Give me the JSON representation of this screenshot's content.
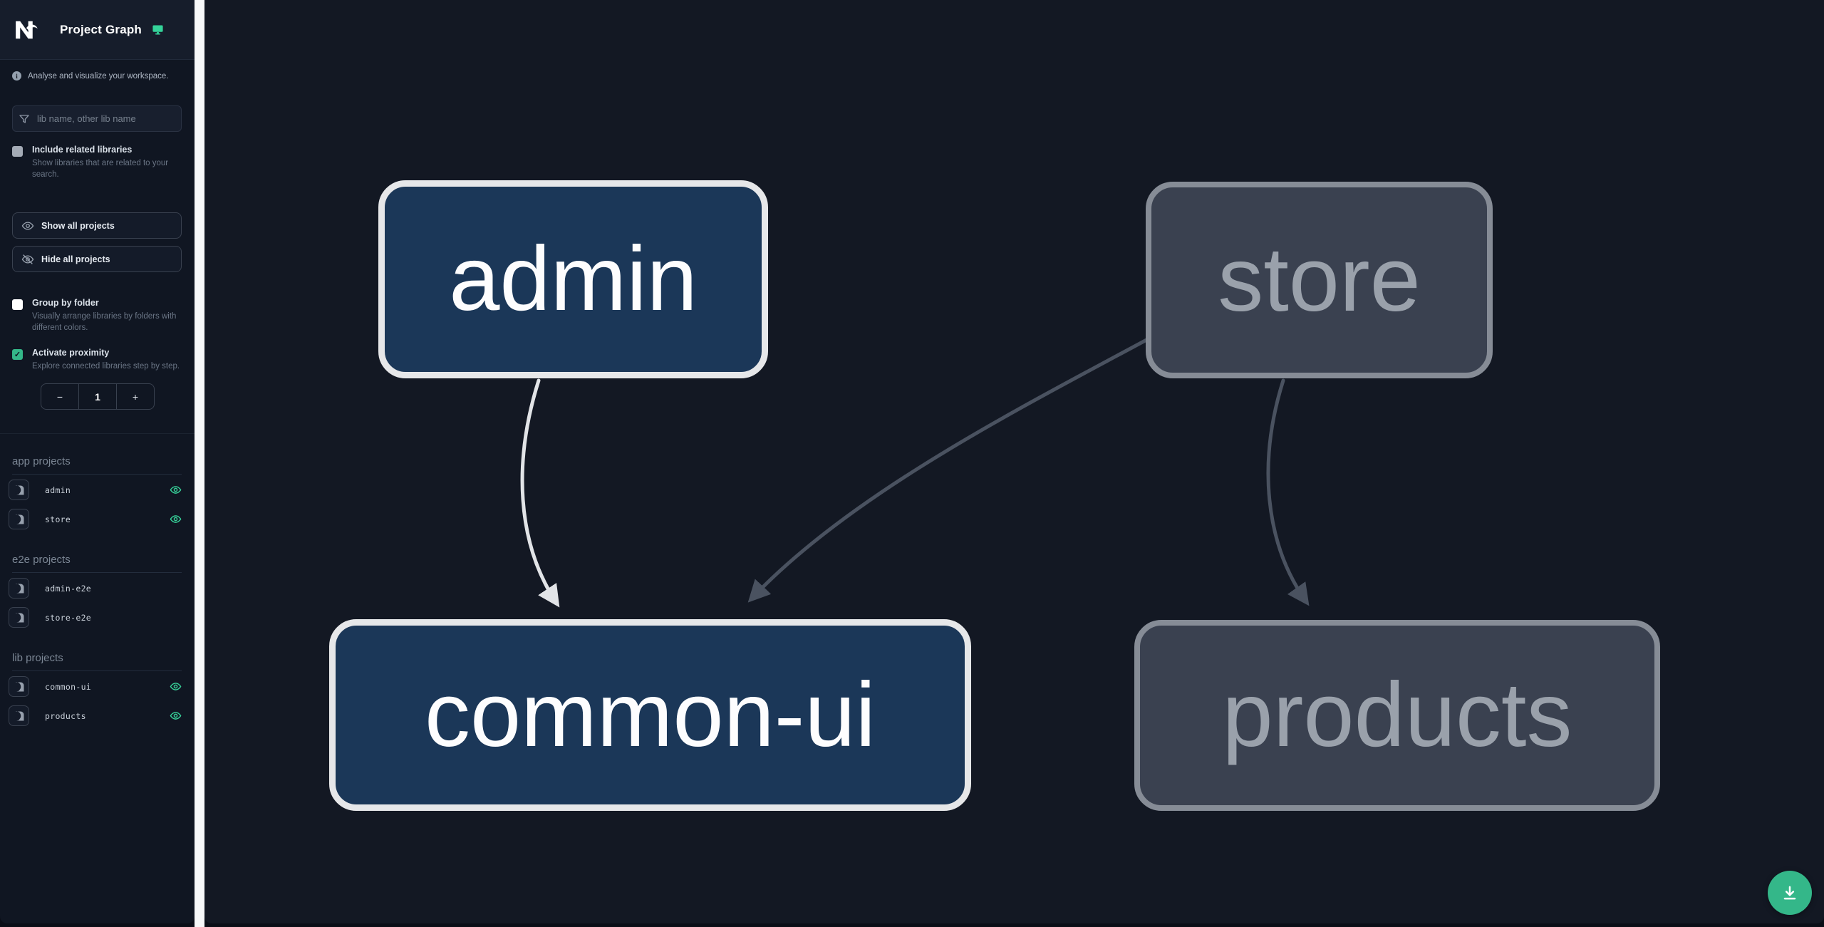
{
  "colors": {
    "accent": "#34d399",
    "fab": "#34b789",
    "focused_node_bg": "#1b3758",
    "focused_node_border": "#e6e7e9",
    "faded_node_bg": "#3a4150",
    "faded_node_border": "#868c96",
    "edge_light": "#e2e4e7",
    "edge_dark": "#4a5260"
  },
  "header": {
    "title": "Project Graph"
  },
  "intro": {
    "text": "Analyse and visualize your workspace."
  },
  "filter": {
    "placeholder": "lib name, other lib name"
  },
  "options": {
    "include_related": {
      "label": "Include related libraries",
      "description": "Show libraries that are related to your search.",
      "checked": false
    },
    "show_all_label": "Show all projects",
    "hide_all_label": "Hide all projects",
    "group_by_folder": {
      "label": "Group by folder",
      "description": "Visually arrange libraries by folders with different colors.",
      "checked": false
    },
    "activate_proximity": {
      "label": "Activate proximity",
      "description": "Explore connected libraries step by step.",
      "checked": true,
      "checkmark": "✓"
    },
    "proximity_stepper": {
      "decrement": "−",
      "value": "1",
      "increment": "+"
    }
  },
  "project_sections": [
    {
      "title": "app projects",
      "items": [
        {
          "name": "admin",
          "eye": true
        },
        {
          "name": "store",
          "eye": true
        }
      ]
    },
    {
      "title": "e2e projects",
      "items": [
        {
          "name": "admin-e2e",
          "eye": false
        },
        {
          "name": "store-e2e",
          "eye": false
        }
      ]
    },
    {
      "title": "lib projects",
      "items": [
        {
          "name": "common-ui",
          "eye": true
        },
        {
          "name": "products",
          "eye": true
        }
      ]
    }
  ],
  "graph": {
    "nodes": [
      {
        "id": "admin",
        "label": "admin",
        "state": "focused"
      },
      {
        "id": "store",
        "label": "store",
        "state": "faded"
      },
      {
        "id": "common-ui",
        "label": "common-ui",
        "state": "focused"
      },
      {
        "id": "products",
        "label": "products",
        "state": "faded"
      }
    ],
    "edges": [
      {
        "source": "admin",
        "target": "common-ui",
        "style": "light"
      },
      {
        "source": "store",
        "target": "common-ui",
        "style": "dark"
      },
      {
        "source": "store",
        "target": "products",
        "style": "dark"
      }
    ]
  }
}
